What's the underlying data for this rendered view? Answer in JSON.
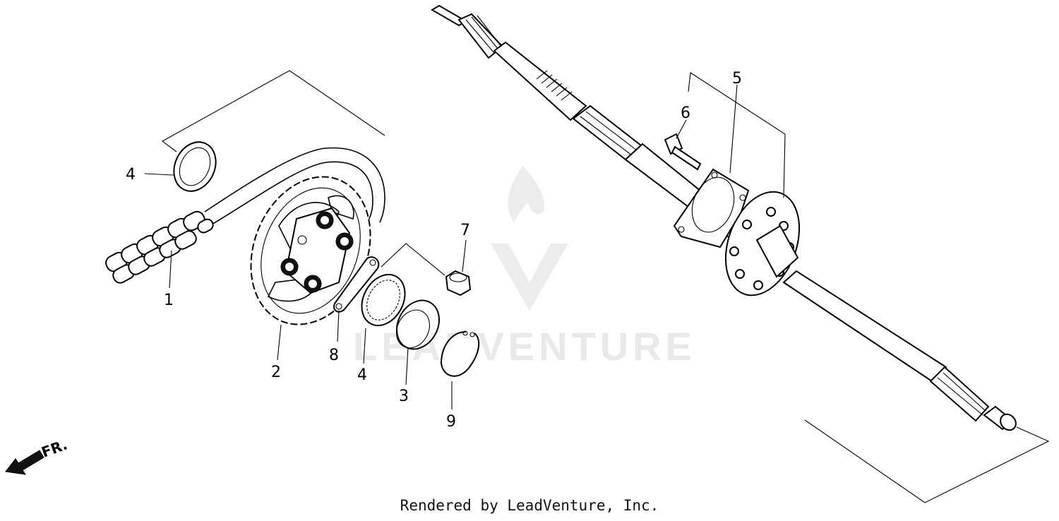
{
  "watermark": {
    "brand": "LEADVENTURE"
  },
  "front_indicator": {
    "label": "FR."
  },
  "callouts": [
    {
      "id": "1",
      "label": "1"
    },
    {
      "id": "2",
      "label": "2"
    },
    {
      "id": "3",
      "label": "3"
    },
    {
      "id": "4a",
      "label": "4"
    },
    {
      "id": "4b",
      "label": "4"
    },
    {
      "id": "5",
      "label": "5"
    },
    {
      "id": "6",
      "label": "6"
    },
    {
      "id": "7",
      "label": "7"
    },
    {
      "id": "8",
      "label": "8"
    },
    {
      "id": "9",
      "label": "9"
    }
  ],
  "footer": {
    "text": "Rendered by LeadVenture, Inc."
  }
}
